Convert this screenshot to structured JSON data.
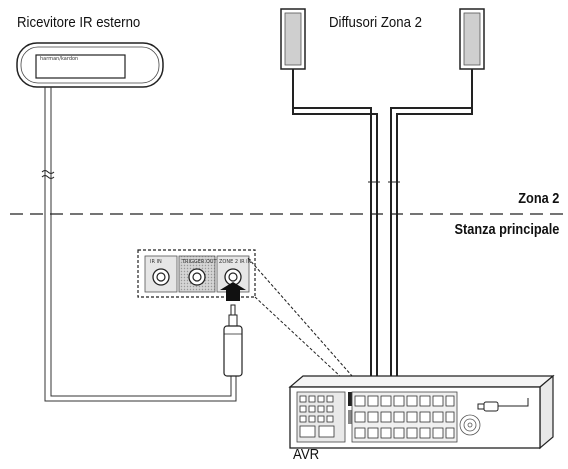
{
  "labels": {
    "ir_receiver": "Ricevitore IR esterno",
    "zone2_speakers": "Diffusori Zona 2",
    "zone2": "Zona 2",
    "main_room": "Stanza principale",
    "avr": "AVR"
  },
  "ir_receiver_brand": "harman/kardon",
  "jack_panel": {
    "ir_in": "IR IN",
    "trigger_out": "TRIGGER OUT",
    "zone2_ir_in": "ZONE 2 IR IN"
  },
  "colors": {
    "line": "#222222",
    "panel_fill": "#e6e6e6",
    "speaker_fill": "#cfcfcf"
  }
}
